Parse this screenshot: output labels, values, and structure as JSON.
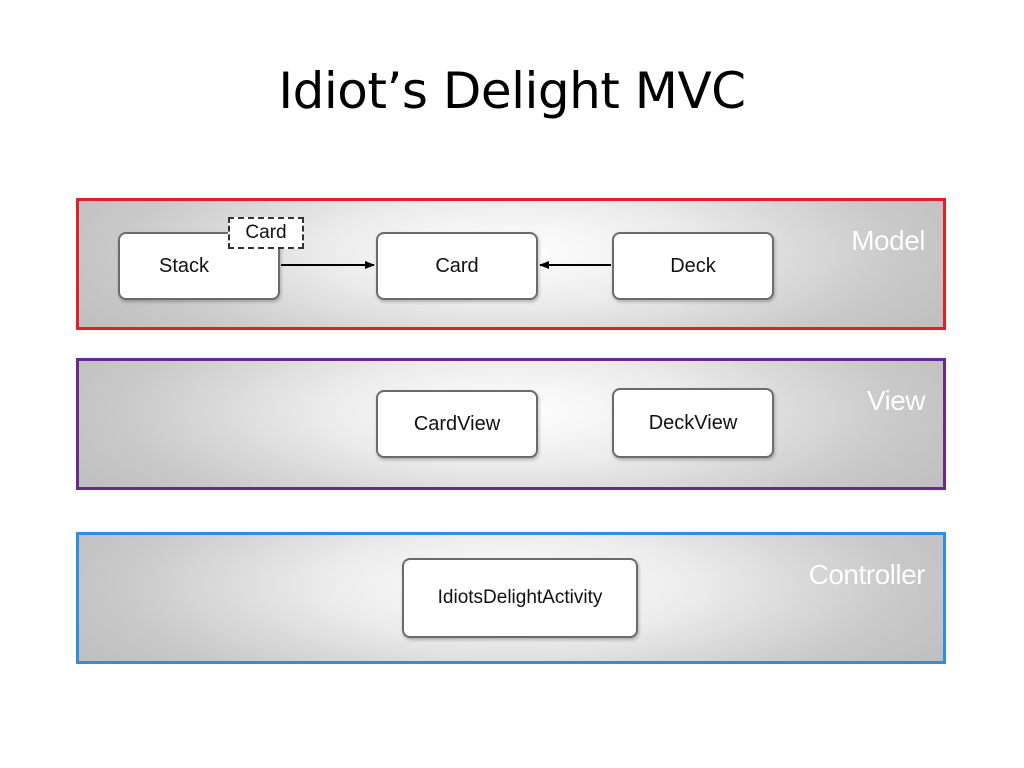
{
  "title": "Idiot’s Delight MVC",
  "layers": {
    "model": {
      "label": "Model",
      "border_color": "#e3202a",
      "classes": {
        "stack": "Stack",
        "stack_tag": "Card",
        "card": "Card",
        "deck": "Deck"
      }
    },
    "view": {
      "label": "View",
      "border_color": "#6a2a8c",
      "classes": {
        "card_view": "CardView",
        "deck_view": "DeckView"
      }
    },
    "controller": {
      "label": "Controller",
      "border_color": "#2d8fe0",
      "classes": {
        "activity": "IdiotsDelightActivity"
      }
    }
  },
  "relations": [
    {
      "from": "Stack",
      "to": "Card"
    },
    {
      "from": "Deck",
      "to": "Card"
    }
  ]
}
